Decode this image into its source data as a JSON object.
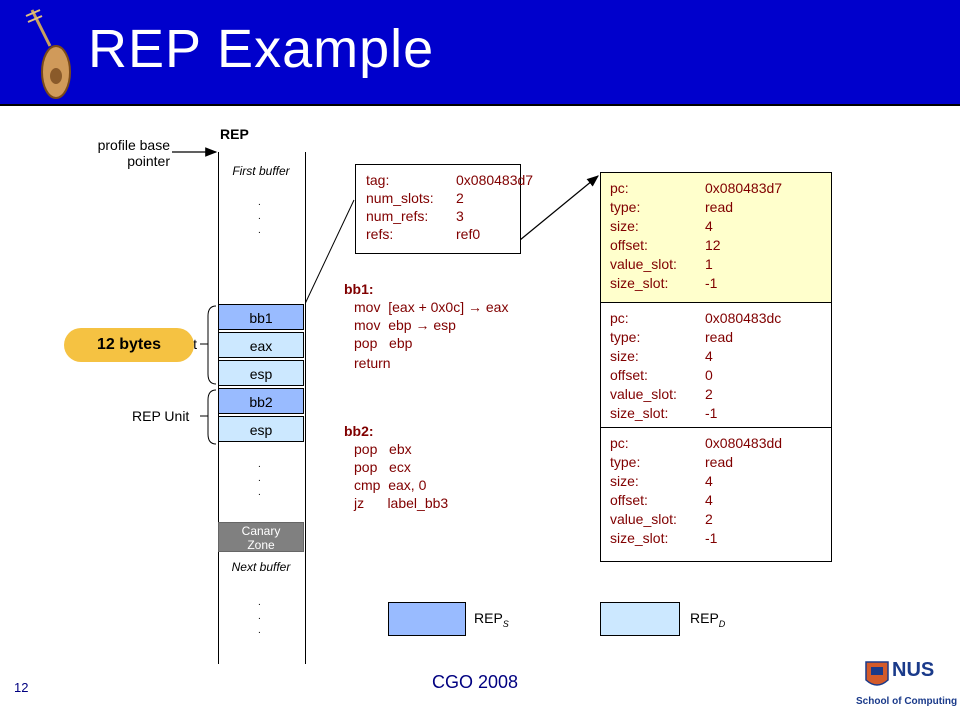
{
  "title": "REP Example",
  "labels": {
    "rep_header": "REP",
    "profile_base_pointer": [
      "profile base",
      "pointer"
    ],
    "first_buffer": "First buffer",
    "next_buffer": "Next buffer",
    "canary_zone": [
      "Canary",
      "Zone"
    ],
    "rep_unit": "REP Unit",
    "rep_unit_partial": "it",
    "badge": "12 bytes"
  },
  "column_cells": [
    {
      "label": "bb1",
      "kind": "rep_s"
    },
    {
      "label": "eax",
      "kind": "rep_d"
    },
    {
      "label": "esp",
      "kind": "rep_d"
    },
    {
      "label": "bb2",
      "kind": "rep_s"
    },
    {
      "label": "esp",
      "kind": "rep_d"
    }
  ],
  "tag_box": [
    {
      "k": "tag:",
      "v": "0x080483d7"
    },
    {
      "k": "num_slots:",
      "v": "2"
    },
    {
      "k": "num_refs:",
      "v": "3"
    },
    {
      "k": "refs:",
      "v": "ref0"
    }
  ],
  "code": {
    "bb1": {
      "label": "bb1:",
      "lines": [
        "mov  [eax + 0x0c] → eax",
        "mov  ebp → esp",
        "pop   ebp",
        "return"
      ]
    },
    "bb2": {
      "label": "bb2:",
      "lines": [
        "pop   ebx",
        "pop   ecx",
        "cmp  eax, 0",
        "jz      label_bb3"
      ]
    }
  },
  "entries": [
    [
      {
        "k": "pc:",
        "v": "0x080483d7"
      },
      {
        "k": "type:",
        "v": "read"
      },
      {
        "k": "size:",
        "v": "4"
      },
      {
        "k": "offset:",
        "v": "12"
      },
      {
        "k": "value_slot:",
        "v": "1"
      },
      {
        "k": "size_slot:",
        "v": "-1"
      }
    ],
    [
      {
        "k": "pc:",
        "v": "0x080483dc"
      },
      {
        "k": "type:",
        "v": "read"
      },
      {
        "k": "size:",
        "v": "4"
      },
      {
        "k": "offset:",
        "v": "0"
      },
      {
        "k": "value_slot:",
        "v": "2"
      },
      {
        "k": "size_slot:",
        "v": "-1"
      }
    ],
    [
      {
        "k": "pc:",
        "v": "0x080483dd"
      },
      {
        "k": "type:",
        "v": "read"
      },
      {
        "k": "size:",
        "v": "4"
      },
      {
        "k": "offset:",
        "v": "4"
      },
      {
        "k": "value_slot:",
        "v": "2"
      },
      {
        "k": "size_slot:",
        "v": "-1"
      }
    ]
  ],
  "legend": {
    "s": {
      "base": "REP",
      "sub": "S"
    },
    "d": {
      "base": "REP",
      "sub": "D"
    }
  },
  "footer": {
    "center": "CGO 2008",
    "page": "12",
    "logo_text": [
      "NUS",
      "School of Computing"
    ]
  },
  "colors": {
    "title_bar": "#0000CC",
    "rep_s": "#99BBFF",
    "rep_d": "#CCE8FF",
    "entry_highlight": "#FFFFCC",
    "canary": "#808080",
    "badge": "#F5C242",
    "code_text": "#800000"
  },
  "icons": [
    "lute-icon",
    "nus-logo-icon",
    "arrow-icon"
  ]
}
